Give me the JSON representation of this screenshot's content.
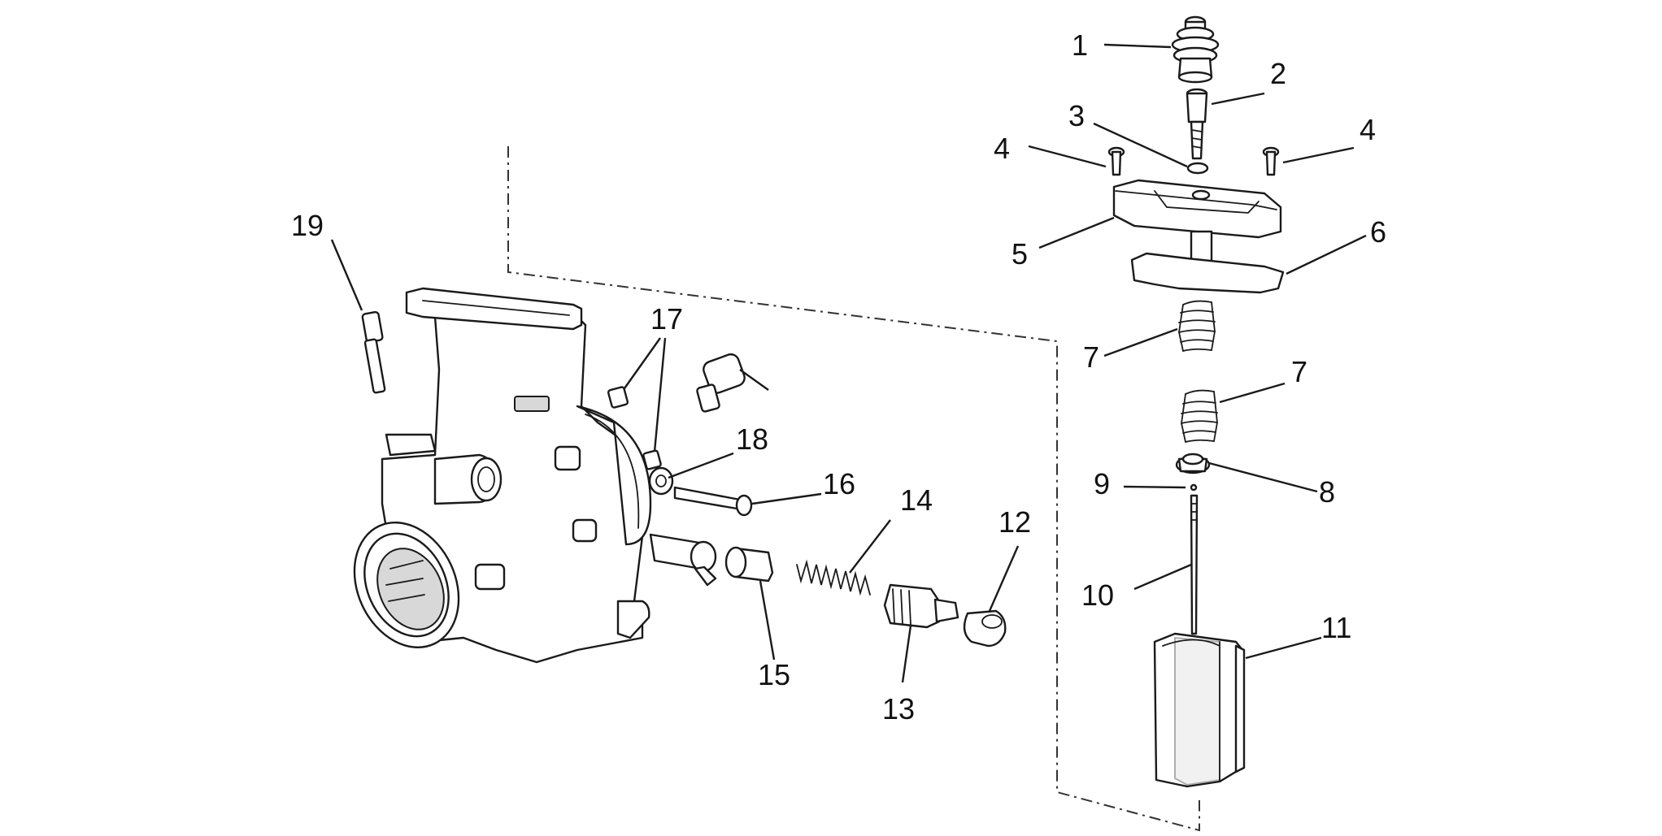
{
  "callouts": [
    {
      "id": "1",
      "label": "1"
    },
    {
      "id": "2",
      "label": "2"
    },
    {
      "id": "3",
      "label": "3"
    },
    {
      "id": "4a",
      "label": "4"
    },
    {
      "id": "4b",
      "label": "4"
    },
    {
      "id": "5",
      "label": "5"
    },
    {
      "id": "6",
      "label": "6"
    },
    {
      "id": "7a",
      "label": "7"
    },
    {
      "id": "7b",
      "label": "7"
    },
    {
      "id": "8",
      "label": "8"
    },
    {
      "id": "9",
      "label": "9"
    },
    {
      "id": "10",
      "label": "10"
    },
    {
      "id": "11",
      "label": "11"
    },
    {
      "id": "12",
      "label": "12"
    },
    {
      "id": "13",
      "label": "13"
    },
    {
      "id": "14",
      "label": "14"
    },
    {
      "id": "15",
      "label": "15"
    },
    {
      "id": "16",
      "label": "16"
    },
    {
      "id": "17",
      "label": "17"
    },
    {
      "id": "18",
      "label": "18"
    },
    {
      "id": "19",
      "label": "19"
    }
  ]
}
